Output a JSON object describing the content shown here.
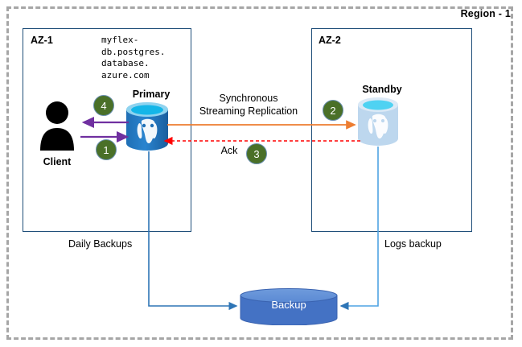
{
  "region": {
    "label": "Region - 1",
    "border_color": "#a6a6a6"
  },
  "zones": [
    {
      "id": "az1",
      "label": "AZ-1"
    },
    {
      "id": "az2",
      "label": "AZ-2"
    }
  ],
  "az1": {
    "label": "AZ-1",
    "hostname": "myflex-\ndb.postgres.\ndatabase.\nazure.com",
    "client_label": "Client",
    "primary_label": "Primary"
  },
  "az2": {
    "label": "AZ-2",
    "standby_label": "Standby"
  },
  "flows": {
    "replication_label": "Synchronous\nStreaming Replication",
    "ack_label": "Ack",
    "daily_backups_label": "Daily Backups",
    "logs_backup_label": "Logs backup"
  },
  "steps": [
    {
      "number": "1",
      "describes": "client-request-to-primary"
    },
    {
      "number": "2",
      "describes": "primary-replicates-to-standby"
    },
    {
      "number": "3",
      "describes": "standby-acknowledges-primary"
    },
    {
      "number": "4",
      "describes": "primary-responds-to-client"
    }
  ],
  "badges": {
    "one": "1",
    "two": "2",
    "three": "3",
    "four": "4"
  },
  "backup": {
    "label": "Backup"
  },
  "colors": {
    "az_border": "#1f4e79",
    "client_arrow": "#7030a0",
    "replication_arrow": "#ed7d31",
    "ack_arrow": "#ff0000",
    "backup_line": "#2e75b6",
    "badge_fill": "#4a7028",
    "backup_fill": "#4472c4",
    "primary_fill": "#1f78c1",
    "standby_fill": "#bdd7ee"
  }
}
